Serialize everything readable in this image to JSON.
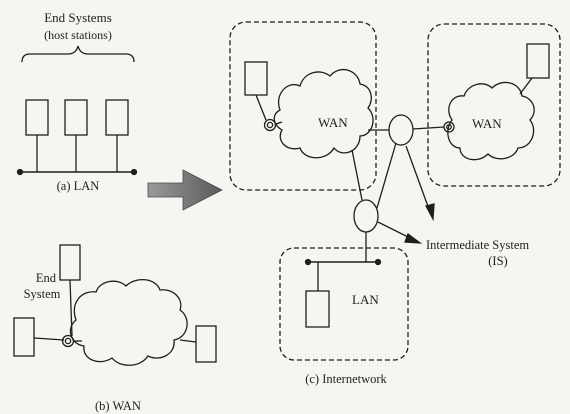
{
  "labels": {
    "end_systems_line1": "End Systems",
    "end_systems_line2": "(host stations)",
    "lan_caption": "(a) LAN",
    "end_system_line1": "End",
    "end_system_line2": "System",
    "wan_caption": "(b) WAN",
    "wan_left": "WAN",
    "wan_right": "WAN",
    "lan_inner": "LAN",
    "intermediate_line1": "Intermediate System",
    "intermediate_line2": "(IS)",
    "internetwork_caption": "(c) Internetwork"
  }
}
